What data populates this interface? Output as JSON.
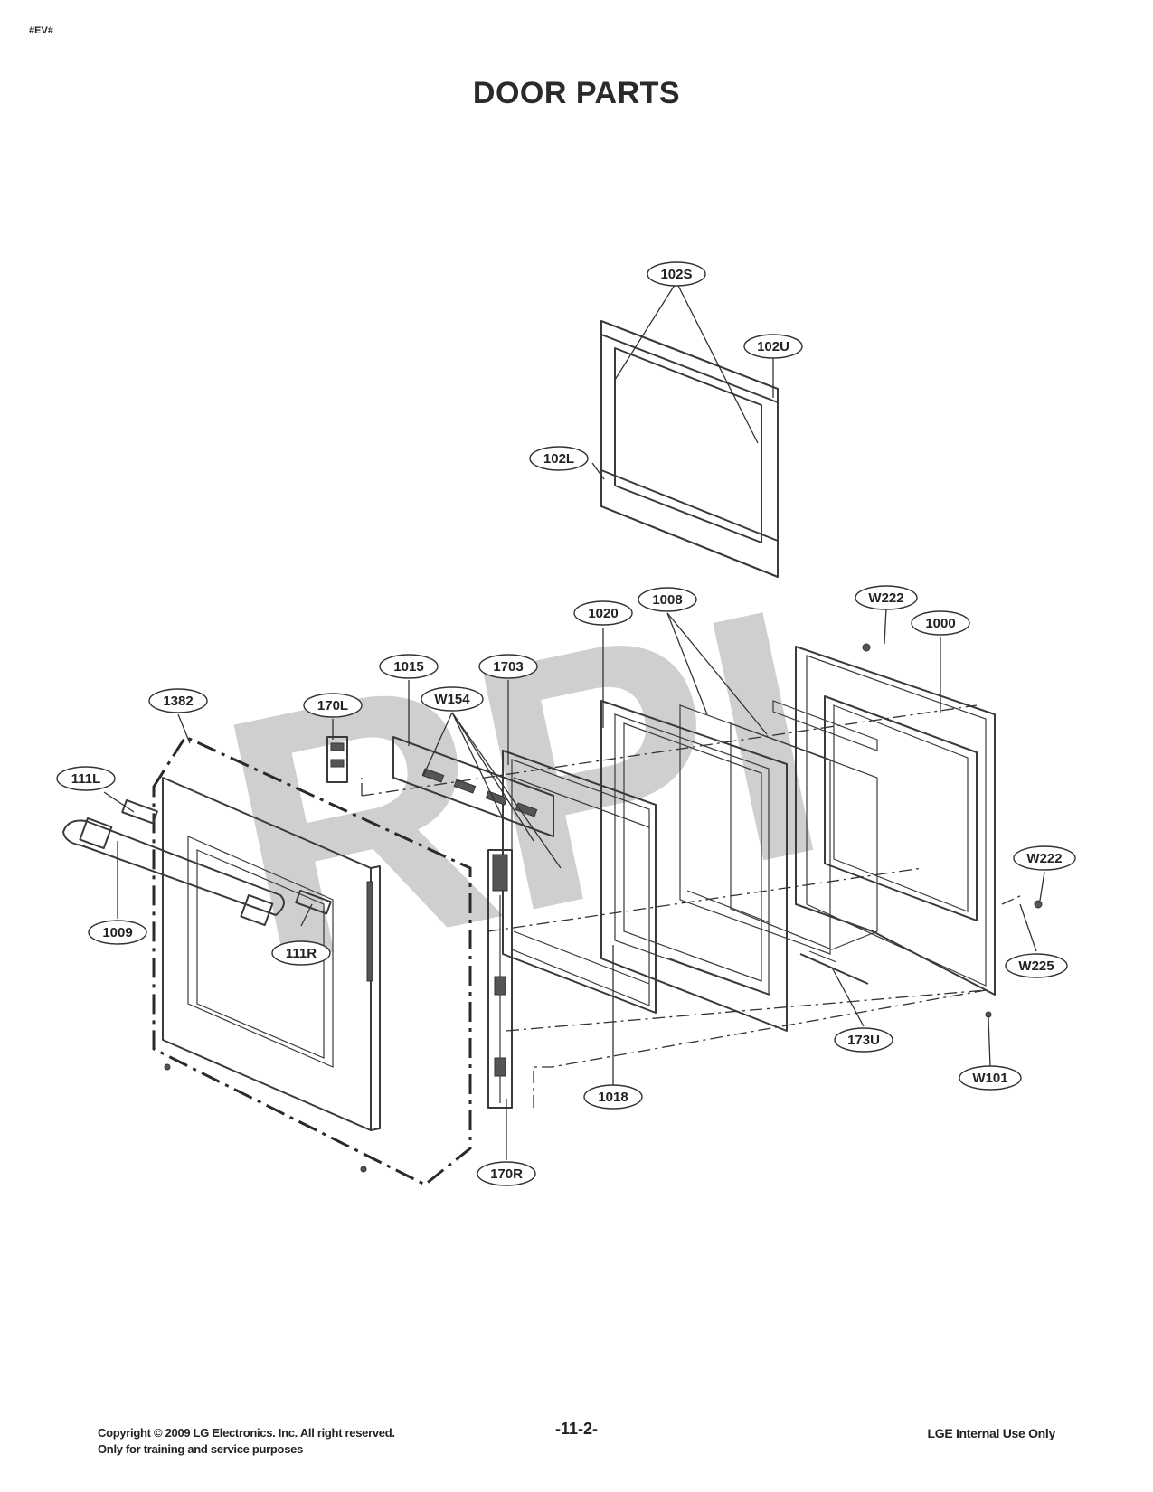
{
  "header": {
    "tag": "#EV#",
    "title": "DOOR PARTS"
  },
  "watermark": "RPI",
  "callouts": {
    "c102S": "102S",
    "c102U": "102U",
    "c102L": "102L",
    "c1000": "1000",
    "cW222a": "W222",
    "c1008": "1008",
    "c1020": "1020",
    "c1015": "1015",
    "c1703": "1703",
    "cW154": "W154",
    "c170L": "170L",
    "c1382": "1382",
    "c111L": "111L",
    "c1009": "1009",
    "c111R": "111R",
    "cW222b": "W222",
    "cW225": "W225",
    "c173U": "173U",
    "cW101": "W101",
    "c1018": "1018",
    "c170R": "170R"
  },
  "footer": {
    "copyright": "Copyright © 2009 LG Electronics. Inc. All right reserved.",
    "purpose": "Only for training and service purposes",
    "page": "-11-2-",
    "internal": "LGE Internal Use Only"
  }
}
